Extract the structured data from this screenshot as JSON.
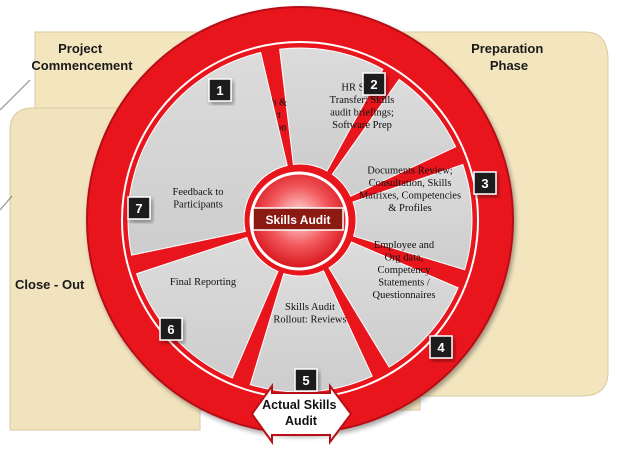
{
  "phases": {
    "commencement": [
      "Project",
      "Commencement"
    ],
    "preparation": [
      "Preparation",
      "Phase"
    ],
    "closeout": "Close - Out"
  },
  "center": {
    "label": "Skills Audit"
  },
  "arrow": {
    "lines": [
      "Actual Skills",
      "Audit"
    ]
  },
  "segments": [
    {
      "num": "1",
      "lines": [
        "Launch &",
        "Project",
        "execution"
      ]
    },
    {
      "num": "2",
      "lines": [
        "HR Skills",
        "Transfer; Skills",
        "audit briefings;",
        "Software Prep"
      ]
    },
    {
      "num": "3",
      "lines": [
        "Documents Review;",
        "Consultation, Skills",
        "Matrixes, Competencies",
        "& Profiles"
      ]
    },
    {
      "num": "4",
      "lines": [
        "Employee and",
        "Org data,",
        "Competency",
        "Statements /",
        "Questionnaires"
      ]
    },
    {
      "num": "5",
      "lines": [
        "Skills Audit",
        "Rollout: Reviews"
      ]
    },
    {
      "num": "6",
      "lines": [
        "Final Reporting"
      ]
    },
    {
      "num": "7",
      "lines": [
        "Feedback to",
        "Participants"
      ]
    }
  ],
  "colors": {
    "ring": "#e8141c",
    "panel": "#f3e6bf",
    "badge": "#1a1a1a",
    "center_label_bg": "#8b1a12"
  }
}
